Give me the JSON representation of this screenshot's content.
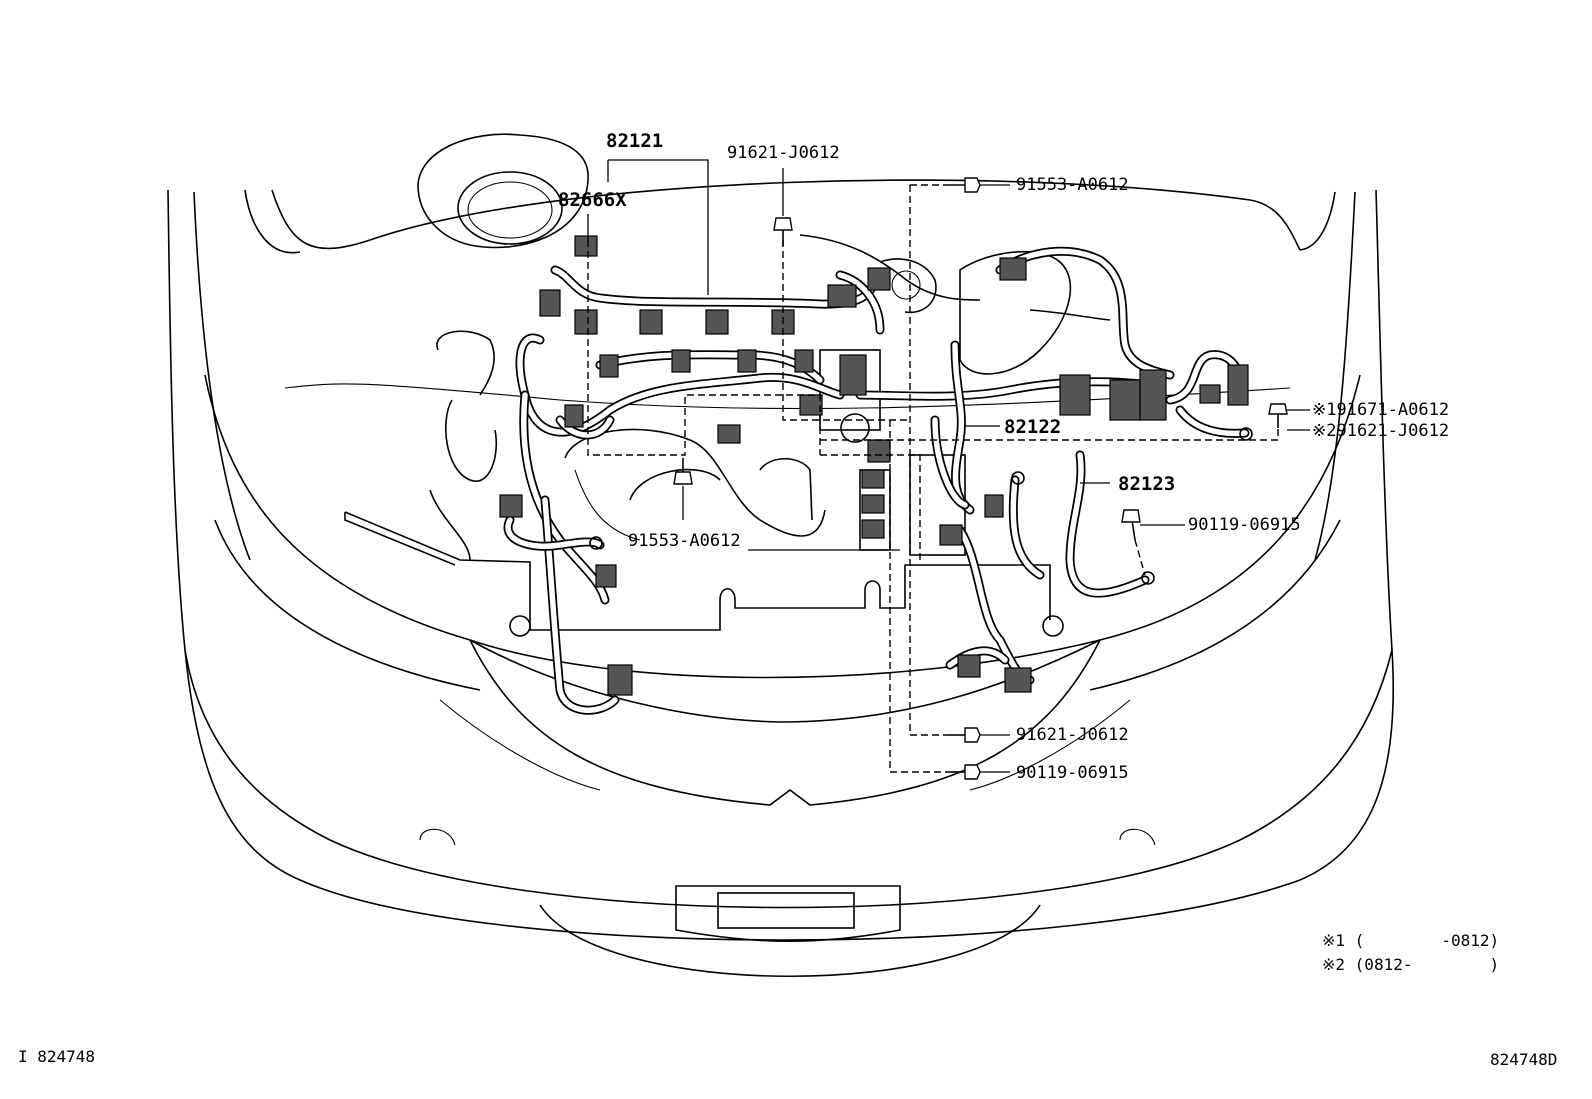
{
  "diagram": {
    "parts": {
      "p82121": "82121",
      "p82666x": "82666X",
      "p82122": "82122",
      "p82123": "82123",
      "b91621_top": "91621-J0612",
      "b91553_top": "91553-A0612",
      "b91553_mid": "91553-A0612",
      "b91671_note1": "※191671-A0612",
      "b91621_note2": "※291621-J0612",
      "b90119_mid": "90119-06915",
      "b91621_bottom": "91621-J0612",
      "b90119_bottom": "90119-06915"
    },
    "notes": {
      "note1": "※1 (        -0812)",
      "note2": "※2 (0812-        )"
    },
    "figure_id_left": "I 824748",
    "figure_id_right": "824748D"
  }
}
